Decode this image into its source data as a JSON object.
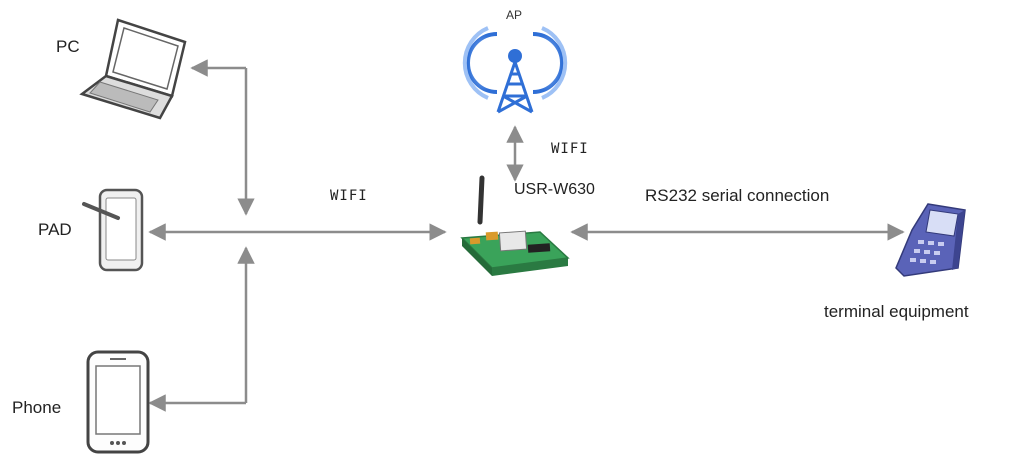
{
  "labels": {
    "pc": "PC",
    "pad": "PAD",
    "phone": "Phone",
    "ap": "AP",
    "wifi_top": "WIFI",
    "wifi_left": "WIFI",
    "module": "USR-W630",
    "serial": "RS232 serial connection",
    "terminal": "terminal equipment"
  },
  "icons": {
    "pc": "laptop-icon",
    "pad": "tablet-icon",
    "phone": "smartphone-icon",
    "ap": "antenna-tower-icon",
    "module": "wifi-module-board-icon",
    "terminal": "handheld-terminal-icon"
  },
  "colors": {
    "connector": "#8c8c8c",
    "ap_blue": "#2f6fd6",
    "board_green": "#3aa35a",
    "terminal_blue": "#5a63b8"
  }
}
